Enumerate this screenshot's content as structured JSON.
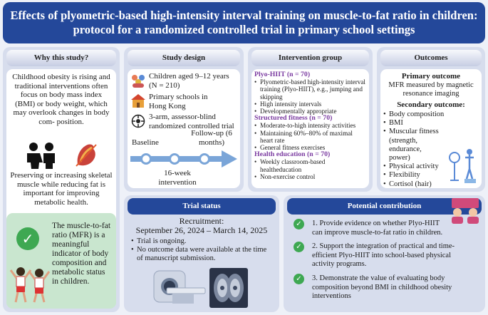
{
  "title": "Effects of plyometric-based high-intensity interval training on muscle-to-fat ratio in children: protocol for a randomized controlled trial in primary school settings",
  "why": {
    "heading": "Why this study?",
    "para1": "Childhood obesity is rising and traditional interventions often focus on body mass index (BMI) or body weight, which may overlook changes in body com- position.",
    "para2": "Preserving or increasing skeletal muscle while reducing fat is important for improving metabolic health.",
    "para3": "The muscle-to-fat ratio (MFR) is a meaningful indicator of body composition and metabolic status in children.",
    "icons": [
      "children-icon",
      "muscle-icon",
      "check-icon",
      "kids-exercising-icon"
    ]
  },
  "design": {
    "heading": "Study design",
    "participants": "Children aged 9–12 years",
    "n": "(N = 210)",
    "setting": "Primary schools in Hong Kong",
    "trial_type": "3-arm, assessor-blind randomized controlled trial",
    "timeline": {
      "baseline": "Baseline",
      "intervention": "16-week intervention",
      "followup": "Follow-up (6 months)"
    }
  },
  "intervention": {
    "heading": "Intervention group",
    "groups": [
      {
        "name": "Plyo-HIIT",
        "n": "(n = 70)",
        "items": [
          "Plyometric-based high-intensity interval training (Plyo-HIIT), e.g., jumping and skipping",
          "High intensity intervals",
          "Developmentally appropriate"
        ]
      },
      {
        "name": "Structured fitness",
        "n": "(n = 70)",
        "items": [
          "Moderate-to-high intensity activities",
          "Maintaining 60%–80% of maximal heart rate",
          "General fitness exercises"
        ]
      },
      {
        "name": "Health education",
        "n": "(n = 70)",
        "items": [
          "Weekly classroom-based healtheducation",
          "Non-exercise control"
        ]
      }
    ]
  },
  "outcomes": {
    "heading": "Outcomes",
    "primary_label": "Primary outcome",
    "primary_text": "MFR measured by magnetic resonance imaging",
    "secondary_label": "Secondary outcome:",
    "secondary_items": [
      "Body composition",
      "BMI",
      "Muscular fitness (strength, endurance, power)",
      "Physical activity",
      "Flexibility",
      "Cortisol (hair)"
    ]
  },
  "trial_status": {
    "heading": "Trial status",
    "recruitment_label": "Recruitment:",
    "recruitment_dates": "September 26, 2024 – March 14, 2025",
    "items": [
      "Trial is ongoing.",
      "No outcome data were available at the time of manuscript submission."
    ]
  },
  "contribution": {
    "heading": "Potential contribution",
    "items": [
      "1. Provide evidence on whether Plyo-HIIT can improve muscle-to-fat ratio in children.",
      "2. Support the integration of practical and time-efficient Plyo-HIIT into school-based physical activity programs.",
      "3. Demonstrate the value of evaluating body composition beyond BMI in childhood obesity interventions"
    ]
  },
  "colors": {
    "title_bg": "#24489a",
    "panel_bg": "#d7dded",
    "accent_purple": "#7a3aa0",
    "check_green": "#3ea852",
    "arrow_blue": "#7aa5d8"
  }
}
